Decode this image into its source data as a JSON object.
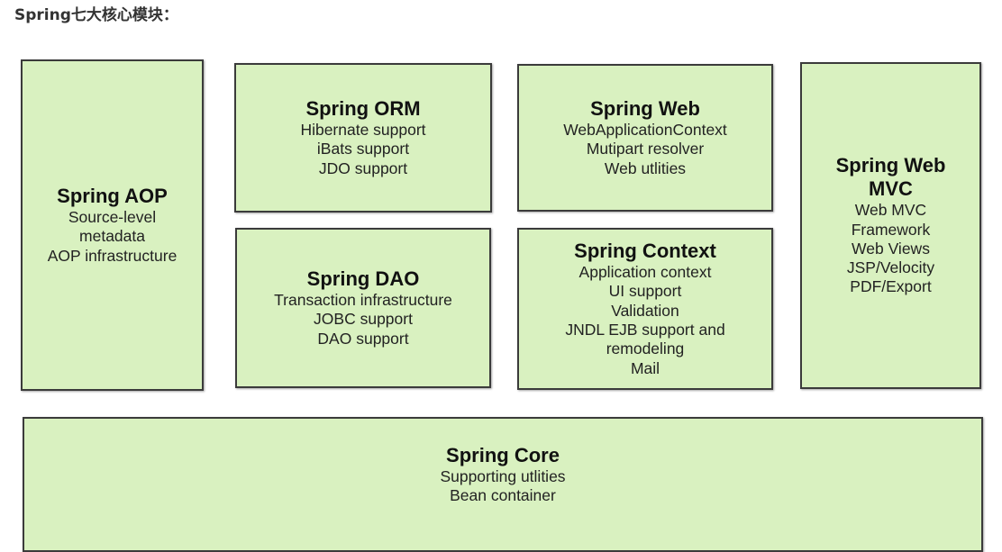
{
  "heading": "Spring七大核心模块：",
  "colors": {
    "box_fill": "#d9f1c0",
    "box_border": "#3b3b3b"
  },
  "modules": [
    {
      "id": "aop",
      "title": "Spring AOP",
      "items": [
        "Source-level metadata",
        "AOP infrastructure"
      ]
    },
    {
      "id": "orm",
      "title": "Spring ORM",
      "items": [
        "Hibernate support",
        "iBats support",
        "JDO support"
      ]
    },
    {
      "id": "web",
      "title": "Spring Web",
      "items": [
        "WebApplicationContext",
        "Mutipart resolver",
        "Web utlities"
      ]
    },
    {
      "id": "webmvc",
      "title": "Spring Web MVC",
      "items": [
        "Web MVC Framework",
        "Web Views",
        "JSP/Velocity",
        "PDF/Export"
      ]
    },
    {
      "id": "dao",
      "title": "Spring DAO",
      "items": [
        "Transaction infrastructure",
        "JOBC support",
        "DAO support"
      ]
    },
    {
      "id": "context",
      "title": "Spring Context",
      "items": [
        "Application context",
        "UI support",
        "Validation",
        "JNDL EJB support and remodeling",
        "Mail"
      ]
    },
    {
      "id": "core",
      "title": "Spring Core",
      "items": [
        "Supporting utlities",
        "Bean container"
      ]
    }
  ]
}
